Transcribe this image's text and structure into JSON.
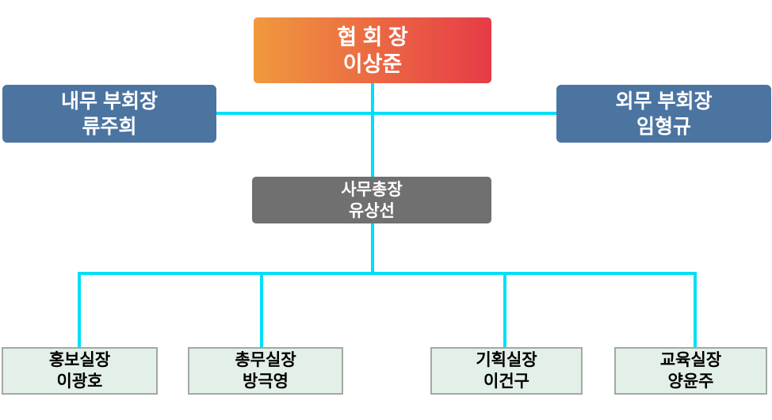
{
  "nodes": {
    "chairman": {
      "title": "협 회 장",
      "name": "이상준"
    },
    "internal_vp": {
      "title": "내무 부회장",
      "name": "류주희"
    },
    "external_vp": {
      "title": "외무 부회장",
      "name": "임형규"
    },
    "secretary_general": {
      "title": "사무총장",
      "name": "유상선"
    },
    "pr_director": {
      "title": "홍보실장",
      "name": "이광호"
    },
    "general_affairs_director": {
      "title": "총무실장",
      "name": "방극영"
    },
    "planning_director": {
      "title": "기획실장",
      "name": "이건구"
    },
    "education_director": {
      "title": "교육실장",
      "name": "양윤주"
    }
  },
  "colors": {
    "chairman_gradient_start": "#F0993E",
    "chairman_gradient_end": "#E63B47",
    "vice_chairman_box": "#4B74A1",
    "secretary_box": "#707070",
    "director_box_fill": "#E3F0E8",
    "director_box_border": "#A3A8A3",
    "connector_line": "#00DFF7",
    "text_on_dark": "#FFFFFF",
    "text_on_light": "#000000",
    "background": "#FFFFFF"
  }
}
